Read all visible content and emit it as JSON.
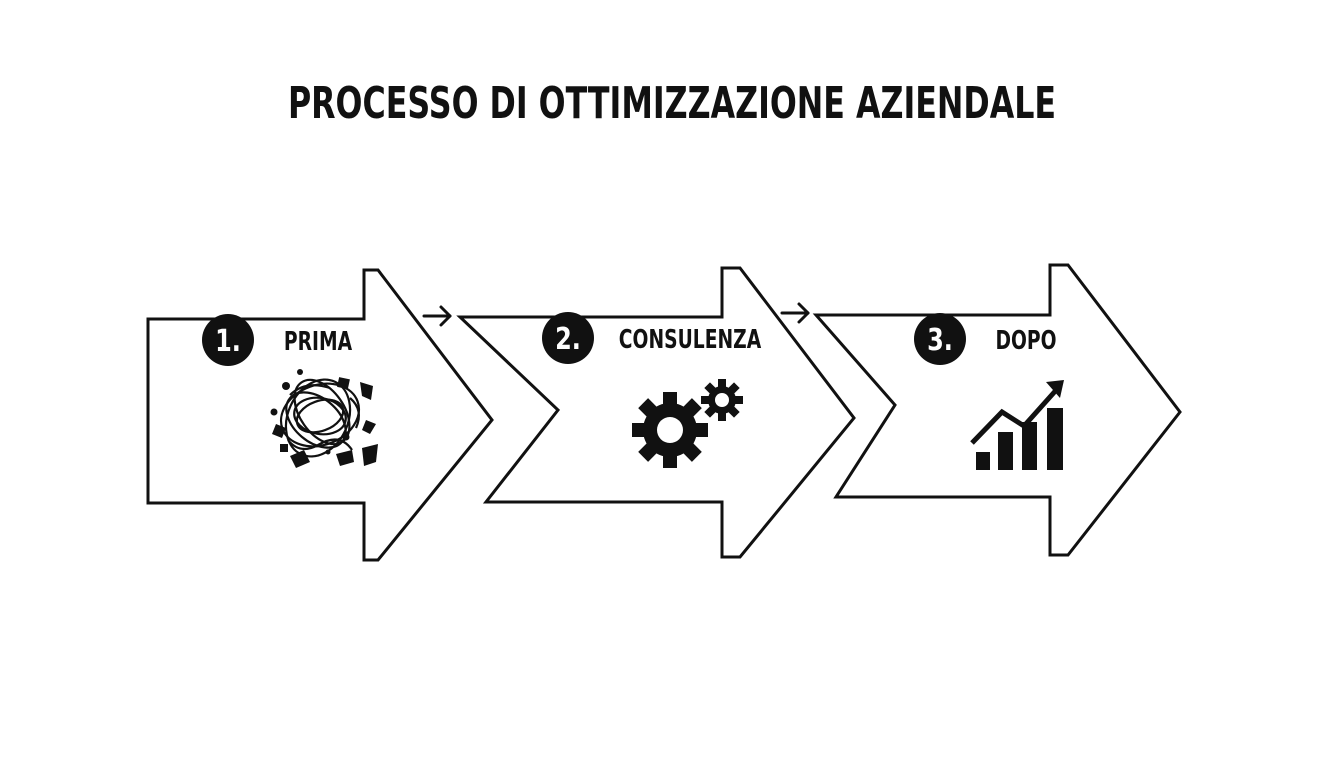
{
  "title": "PROCESSO DI OTTIMIZZAZIONE AZIENDALE",
  "colors": {
    "ink": "#111111",
    "background": "#ffffff"
  },
  "steps": [
    {
      "number": "1.",
      "label": "PRIMA",
      "icon": "chaos-scribble-icon"
    },
    {
      "number": "2.",
      "label": "CONSULENZA",
      "icon": "gears-icon"
    },
    {
      "number": "3.",
      "label": "DOPO",
      "icon": "growth-chart-icon"
    }
  ],
  "connectors": [
    "arrow-right-icon",
    "arrow-right-icon"
  ]
}
